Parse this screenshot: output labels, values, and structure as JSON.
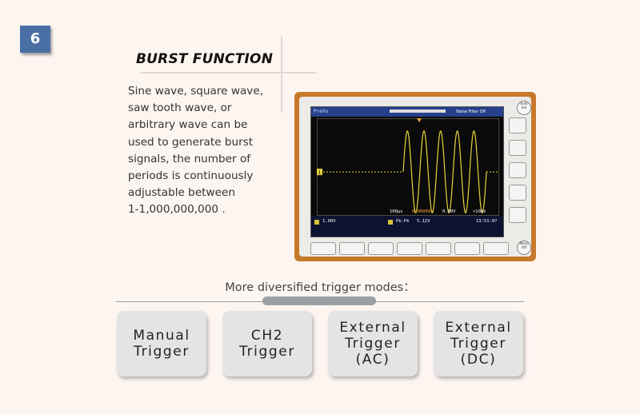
{
  "section_number": "6",
  "burst": {
    "title": "BURST FUNCTION",
    "lines": [
      "Sine wave, square wave,",
      "saw tooth wave, or",
      "arbitrary wave can be",
      "used to generate burst",
      "signals, the number of",
      "periods is continuously",
      "adjustable between",
      "1-1,000,000,000 ."
    ]
  },
  "scope": {
    "mode_label": "PreVu",
    "noise_filter": "Noise Filter Off",
    "channel_marker": "1",
    "ch1_scale": "1.00V",
    "timebase": "100µs",
    "trigger_pos": "0.00000s",
    "trigger_level": "0.00V",
    "freq": "<10Hz",
    "measure": "Pk-Pk",
    "measure_value": "5.12V",
    "clock": "13:51:07",
    "autoset_label": "Auto Set",
    "menu_off_label": "Menu Off",
    "colors": {
      "screen": "#0a0a0a",
      "trace": "#e8d23a",
      "header": "#27408b",
      "frame": "#c7792b"
    }
  },
  "triggers": {
    "title": "More diversified trigger modes：",
    "buttons": [
      {
        "lines": [
          "Manual",
          "Trigger"
        ]
      },
      {
        "lines": [
          "CH2",
          "Trigger"
        ]
      },
      {
        "lines": [
          "External",
          "Trigger",
          "(AC)"
        ]
      },
      {
        "lines": [
          "External",
          "Trigger",
          "(DC)"
        ]
      }
    ]
  }
}
